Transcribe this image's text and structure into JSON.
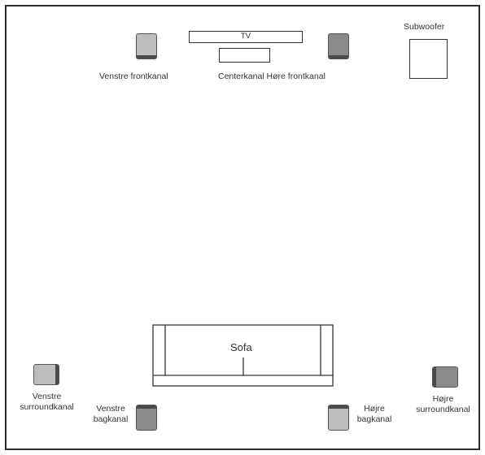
{
  "labels": {
    "tv": "TV",
    "subwoofer": "Subwoofer",
    "front_left": "Venstre frontkanal",
    "front_center_right": "Centerkanal Høre frontkanal",
    "sofa": "Sofa",
    "surround_left_line1": "Venstre",
    "surround_left_line2": "surroundkanal",
    "back_left_line1": "Venstre",
    "back_left_line2": "bagkanal",
    "back_right_line1": "Højre",
    "back_right_line2": "bagkanal",
    "surround_right_line1": "Højre",
    "surround_right_line2": "surroundkanal"
  },
  "colors": {
    "speaker_light": "#bdbdbd",
    "speaker_dark": "#8a8a8a",
    "outline": "#333333"
  }
}
